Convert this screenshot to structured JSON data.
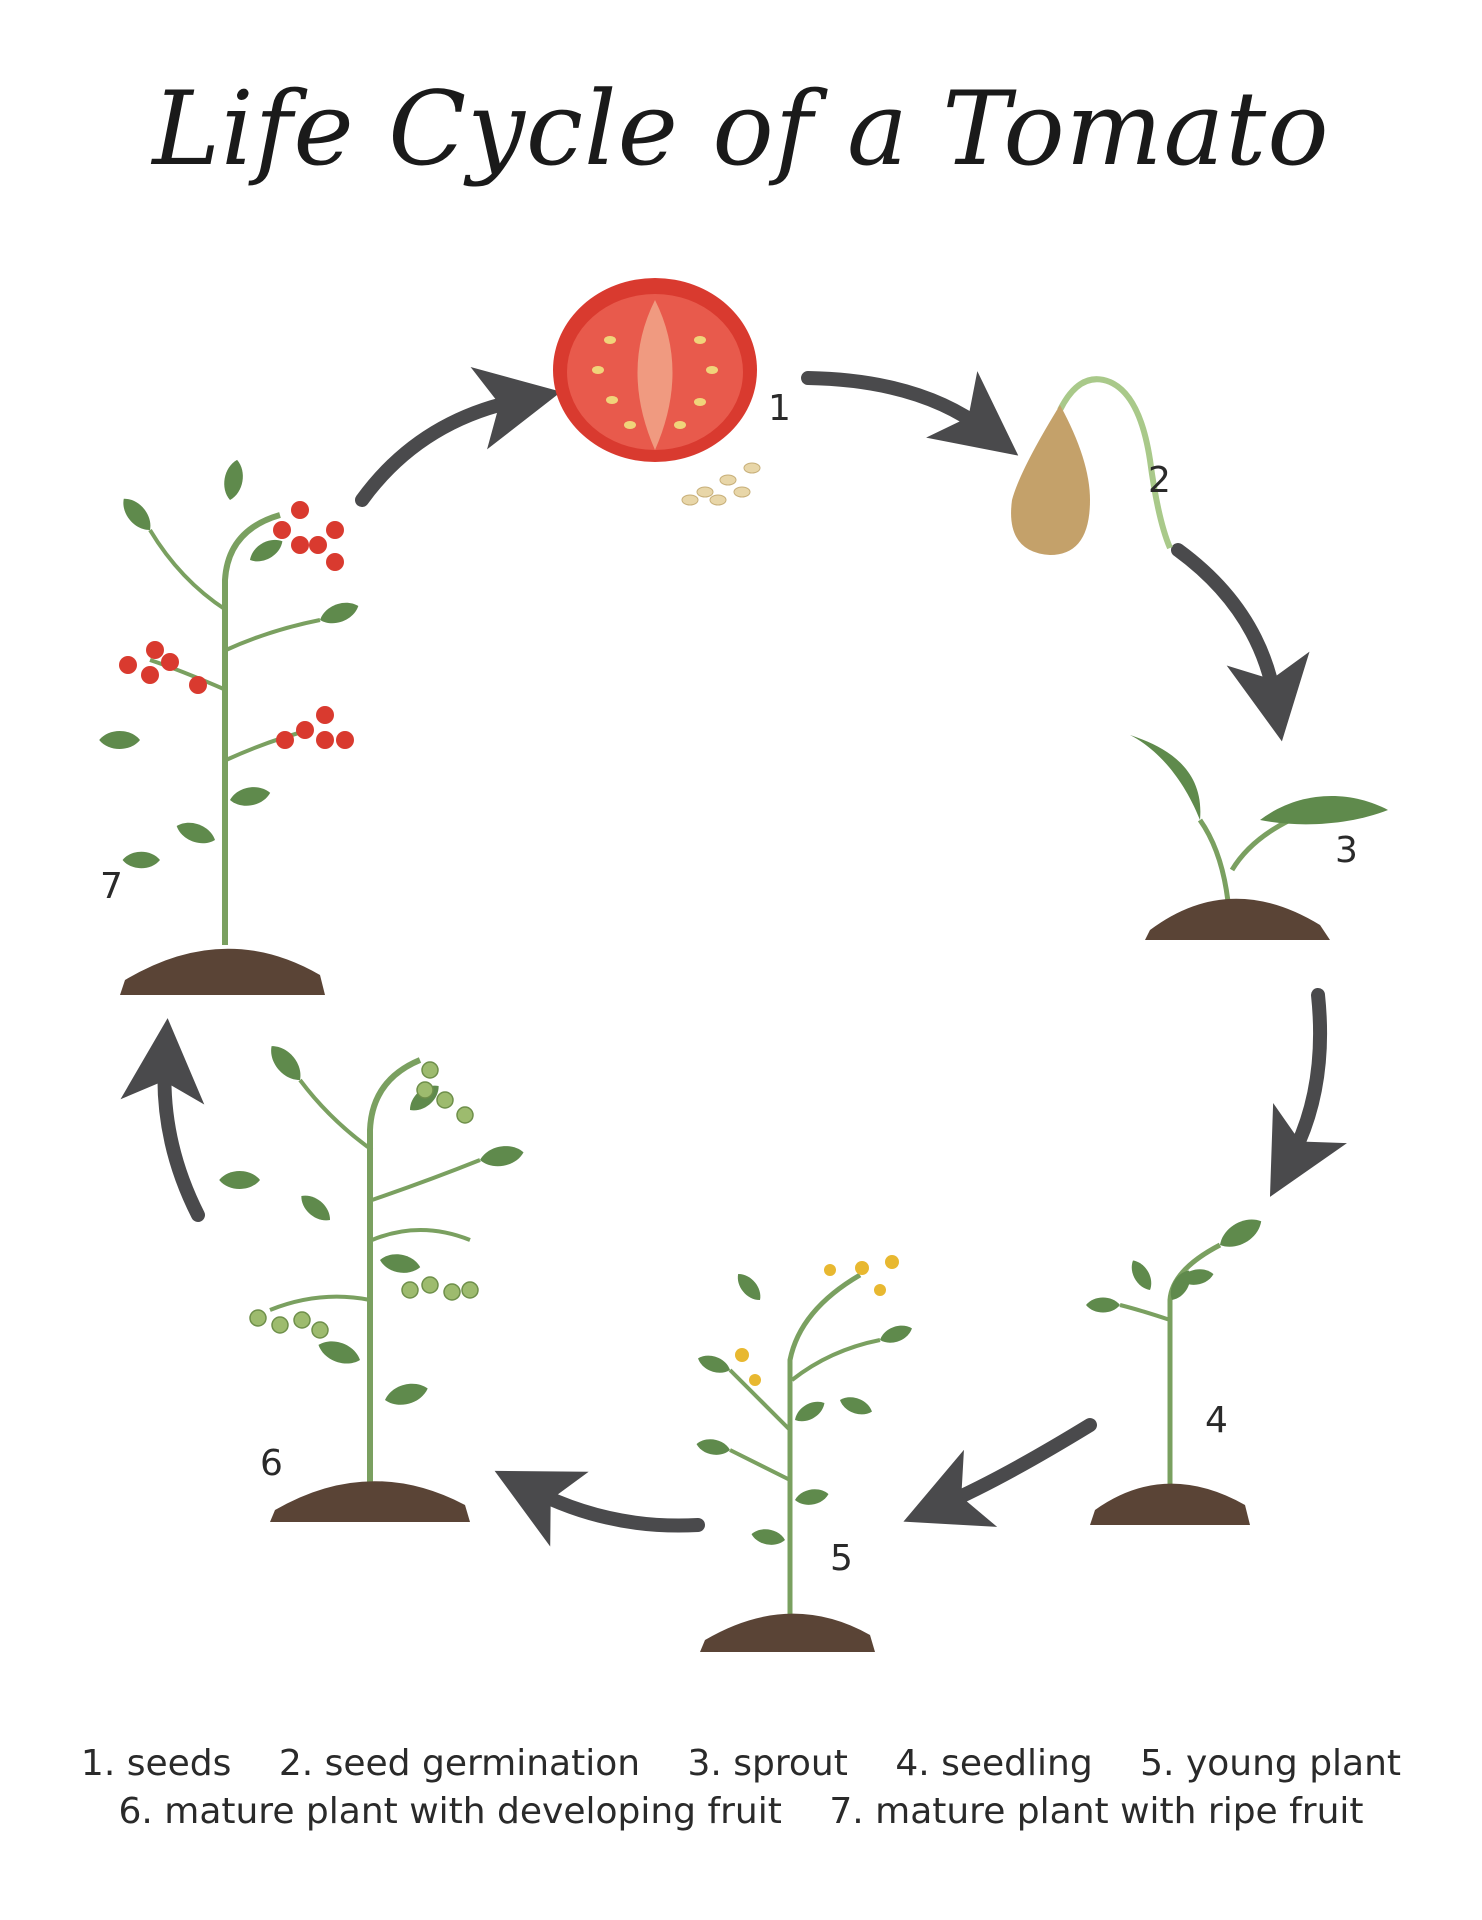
{
  "title": "Life Cycle of a Tomato",
  "stages": [
    {
      "number": "1",
      "label": "1. seeds"
    },
    {
      "number": "2",
      "label": "2. seed germination"
    },
    {
      "number": "3",
      "label": "3. sprout"
    },
    {
      "number": "4",
      "label": "4. seedling"
    },
    {
      "number": "5",
      "label": "5. young plant"
    },
    {
      "number": "6",
      "label": "6. mature plant with developing fruit"
    },
    {
      "number": "7",
      "label": "7. mature plant with ripe fruit"
    }
  ],
  "colors": {
    "arrow": "#4a4a4c",
    "tomato": "#d93a2f",
    "leaf": "#5f8a4c",
    "stem": "#7aa060",
    "soil": "#5a4436",
    "seed": "#b89a6a",
    "flower": "#e8b830",
    "green_fruit": "#9dbb6e"
  }
}
